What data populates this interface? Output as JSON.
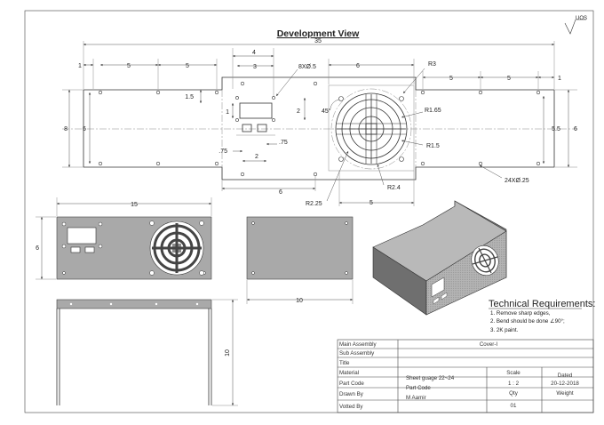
{
  "sheet": {
    "title": "Development View",
    "surface_finish": "UOS"
  },
  "development": {
    "overall_width": "35",
    "left_edge_offset": "1",
    "hole_pitch_1": "5",
    "hole_pitch_2": "5",
    "display_cut_width": "4",
    "display_cut_inner": "3",
    "mount_holes_note": "8XØ.5",
    "fan_width": "6",
    "fan_corner_radius": "R3",
    "right_pitch_1": "5",
    "right_pitch_2": "5",
    "right_edge_offset": "1",
    "overall_height": "8",
    "inner_height": "6",
    "display_offset_y": "1.5",
    "display_height": "1",
    "display_depth": "2",
    "button_offset": ".75",
    "button_gap": ".75",
    "button_pitch": "2",
    "fan_angle": "45°",
    "fan_radius_1": "R1.65",
    "fan_radius_2": "R1.5",
    "fan_radius_3": "R2.4",
    "fan_radius_4": "R2.25",
    "fan_offset_x": "6",
    "fan_offset_2": "5",
    "right_height_1": "5.5",
    "right_height_2": "6",
    "holes_note": "24XØ.25"
  },
  "front_view": {
    "width": "15",
    "height": "6"
  },
  "side_view": {
    "width": "10"
  },
  "top_view": {
    "height": "10"
  },
  "technical_requirements": {
    "heading": "Technical Requirements:",
    "items": [
      "1. Remove sharp edges,",
      "2. Bend should be done ∠90°;",
      "3. 2K paint."
    ]
  },
  "title_block": {
    "main_assembly_label": "Main Assembly",
    "main_assembly_value": "Cover-I",
    "sub_assembly_label": "Sub Assembly",
    "title_label": "Title",
    "material_label": "Material",
    "material_value": "Sheet guage 22~24",
    "scale_label": "Scale",
    "dated_label": "Dated",
    "part_code_label": "Part Code",
    "part_code_value": "Part Code",
    "scale_value": "1 : 2",
    "date_value": "20-12-2018",
    "drawn_by_label": "Drawn By",
    "drawn_by_value": "M Aamir",
    "qty_label": "Qty",
    "weight_label": "Weight",
    "vetted_by_label": "Votted By",
    "qty_value": "01"
  }
}
